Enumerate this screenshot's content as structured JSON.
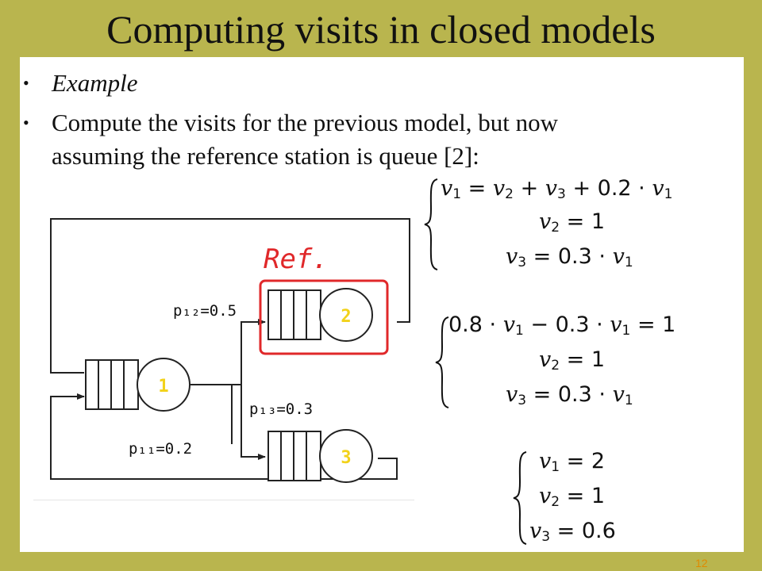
{
  "slide": {
    "title": "Computing visits in closed models",
    "bullets": [
      "Example",
      "Compute the visits for the previous model, but now assuming the reference station is queue [2]:"
    ],
    "bullet_line2": "assuming the reference station is queue [2]:",
    "bullet_line1": "Compute the visits for the previous model, but now",
    "page_number": "12"
  },
  "diagram": {
    "ref_label": "Ref.",
    "stations": [
      "1",
      "2",
      "3"
    ],
    "p12": "p₁₂=0.5",
    "p13": "p₁₃=0.3",
    "p11": "p₁₁=0.2",
    "colors": {
      "ref_box": "#e0282a",
      "station_label": "#f2d21a",
      "line": "#222222"
    }
  },
  "equations": {
    "system1": [
      "v1 = v2 + v3 + 0.2 · v1",
      "v2 = 1",
      "v3 = 0.3 · v1"
    ],
    "system2": [
      "0.8 · v1 − 0.3 · v1 = 1",
      "v2 = 1",
      "v3 = 0.3 · v1"
    ],
    "system3": [
      "v1 = 2",
      "v2 = 1",
      "v3 = 0.6"
    ]
  }
}
